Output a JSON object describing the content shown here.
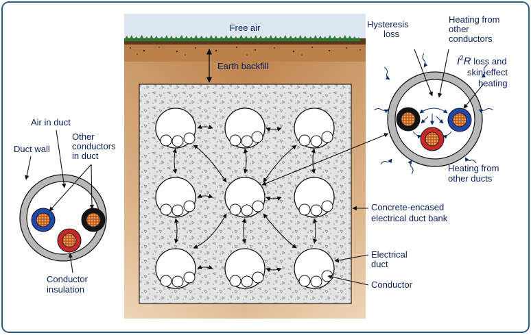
{
  "labels": {
    "free_air": "Free air",
    "earth_backfill": "Earth backfill",
    "air_in_duct": "Air in duct",
    "duct_wall": "Duct wall",
    "other_conductors_1": "Other",
    "other_conductors_2": "conductors",
    "other_conductors_3": "in duct",
    "conductor_insulation_1": "Conductor",
    "conductor_insulation_2": "insulation",
    "hysteresis_1": "Hysteresis",
    "hysteresis_2": "loss",
    "heating_conductors_1": "Heating from",
    "heating_conductors_2": "other",
    "heating_conductors_3": "conductors",
    "i2r_i": "I",
    "i2r_exp": "2",
    "i2r_r": "R",
    "i2r_rest": " loss and",
    "skin_effect_1": "skin-effect",
    "skin_effect_2": "heating",
    "heating_ducts_1": "Heating from",
    "heating_ducts_2": "other ducts",
    "concrete_1": "Concrete-encased",
    "concrete_2": "electrical duct bank",
    "electrical_duct_1": "Electrical",
    "electrical_duct_2": "duct",
    "conductor": "Conductor"
  },
  "colors": {
    "text": "#0a1e5c",
    "sky": "#dbe6f1",
    "earth": "#c98c57",
    "earth_light": "#efd7b9",
    "concrete": "#e3e3e3",
    "duct_ring": "#b8b8b8",
    "blue_insulation": "#2148a8",
    "red_insulation": "#c42a2a",
    "black_insulation": "#141414",
    "copper": "#d9782e",
    "grass": "#2e7d32",
    "frame": "#2c5b86"
  }
}
